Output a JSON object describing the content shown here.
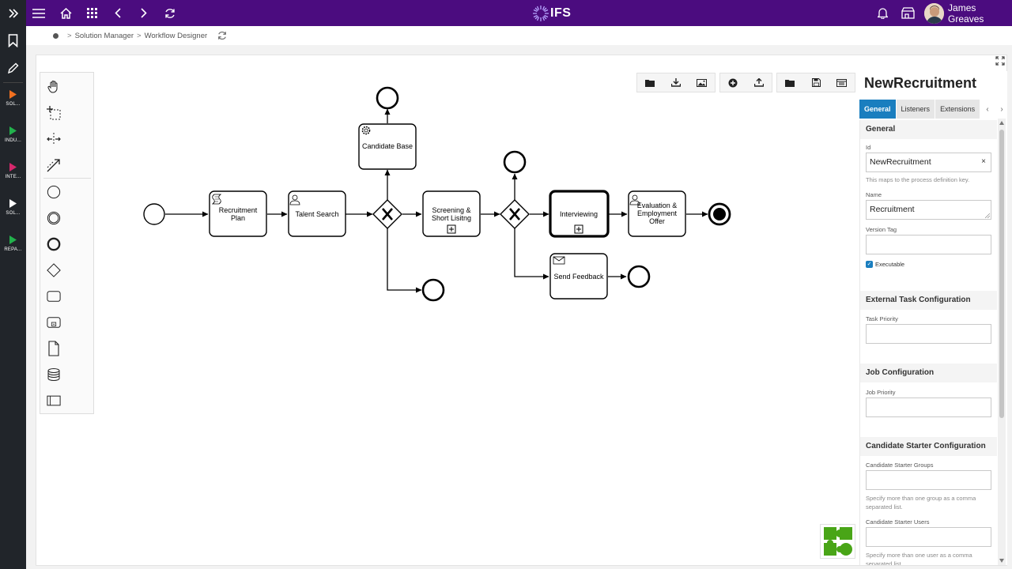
{
  "rail": {
    "items": [
      {
        "label": "SOL...",
        "color": "#f07020"
      },
      {
        "label": "INDU...",
        "color": "#22b14c"
      },
      {
        "label": "INTE...",
        "color": "#d6286c"
      },
      {
        "label": "SOL...",
        "color": "#ffffff"
      },
      {
        "label": "REPA...",
        "color": "#22b14c"
      }
    ]
  },
  "topbar": {
    "logo_text": "IFS",
    "user_name": "James Greaves",
    "background": "#4b0c7f"
  },
  "breadcrumb": {
    "items": [
      "Solution Manager",
      "Workflow Designer"
    ],
    "separator": ">"
  },
  "diagram": {
    "nodes": {
      "recruitment_plan": [
        "Recruitment",
        "Plan"
      ],
      "talent_search": "Talent Search",
      "candidate_base": "Candidate Base",
      "screening": [
        "Screening &",
        "Short Lisitng"
      ],
      "interviewing": "Interviewing",
      "evaluation": [
        "Evaluation &",
        "Employment",
        "Offer"
      ],
      "send_feedback": "Send Feedback"
    }
  },
  "panel": {
    "title": "NewRecruitment",
    "tabs": [
      "General",
      "Listeners",
      "Extensions"
    ],
    "active_tab": "General",
    "sections": {
      "general": {
        "heading": "General",
        "id_label": "Id",
        "id_value": "NewRecruitment",
        "id_hint": "This maps to the process definition key.",
        "name_label": "Name",
        "name_value": "Recruitment",
        "version_label": "Version Tag",
        "version_value": "",
        "executable_label": "Executable"
      },
      "external_task": {
        "heading": "External Task Configuration",
        "priority_label": "Task Priority"
      },
      "job": {
        "heading": "Job Configuration",
        "priority_label": "Job Priority"
      },
      "candidate_starter": {
        "heading": "Candidate Starter Configuration",
        "groups_label": "Candidate Starter Groups",
        "groups_hint": "Specify more than one group as a comma separated list.",
        "users_label": "Candidate Starter Users",
        "users_hint": "Specify more than one user as a comma separated list."
      }
    }
  },
  "colors": {
    "accent": "#1a7ebf",
    "rail": "#21252a",
    "minimap_green": "#49a517"
  }
}
